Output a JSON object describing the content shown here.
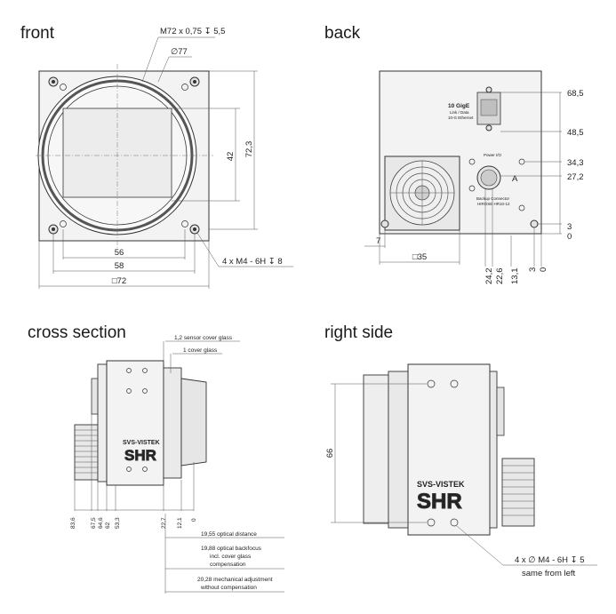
{
  "views": {
    "front": "front",
    "back": "back",
    "cross_section": "cross section",
    "right_side": "right side"
  },
  "front": {
    "thread_label": "M72 x 0,75 ↧ 5,5",
    "diameter_label": "∅77",
    "dim_42": "42",
    "dim_72_3": "72,3",
    "dim_56": "56",
    "dim_58": "58",
    "dim_72": "□72",
    "screw_label": "4 x M4 - 6H ↧ 8"
  },
  "back": {
    "device_label": "10 GigE",
    "device_sub1": "Link / Data",
    "device_sub2": "10-G Ethernet",
    "power_label": "Power I/O",
    "conn_label1": "Backup Connector",
    "conn_label2": "HIROSE HR10-12",
    "A": "A",
    "dim_68_5": "68,5",
    "dim_48_5": "48,5",
    "dim_34_3": "34,3",
    "dim_27_2": "27,2",
    "dim_3": "3",
    "dim_0": "0",
    "dim_7": "7",
    "dim_35": "□35",
    "bottom_dims": [
      "24,2",
      "22,6",
      "13,1",
      "3",
      "0"
    ]
  },
  "cross_section": {
    "sensor_cover": "1,2 sensor cover glass",
    "cover_glass": "1 cover glass",
    "bottom_dims": [
      "83,6",
      "67,5",
      "64,6",
      "62",
      "53,3",
      "22,7",
      "12,1",
      "0"
    ],
    "note1": "19,55 optical distance",
    "note2_lines": [
      "19,88 optical backfocus",
      "incl. cover glass",
      "compensation"
    ],
    "note3_lines": [
      "20,28 mechanical adjustment",
      "without compensation"
    ],
    "brand": "SVS-VISTEK",
    "model": "SHR"
  },
  "right_side": {
    "dim_66": "66",
    "brand": "SVS-VISTEK",
    "model": "SHR",
    "screw_lines": [
      "4 x ∅ M4 - 6H ↧ 5",
      "same from left"
    ]
  }
}
